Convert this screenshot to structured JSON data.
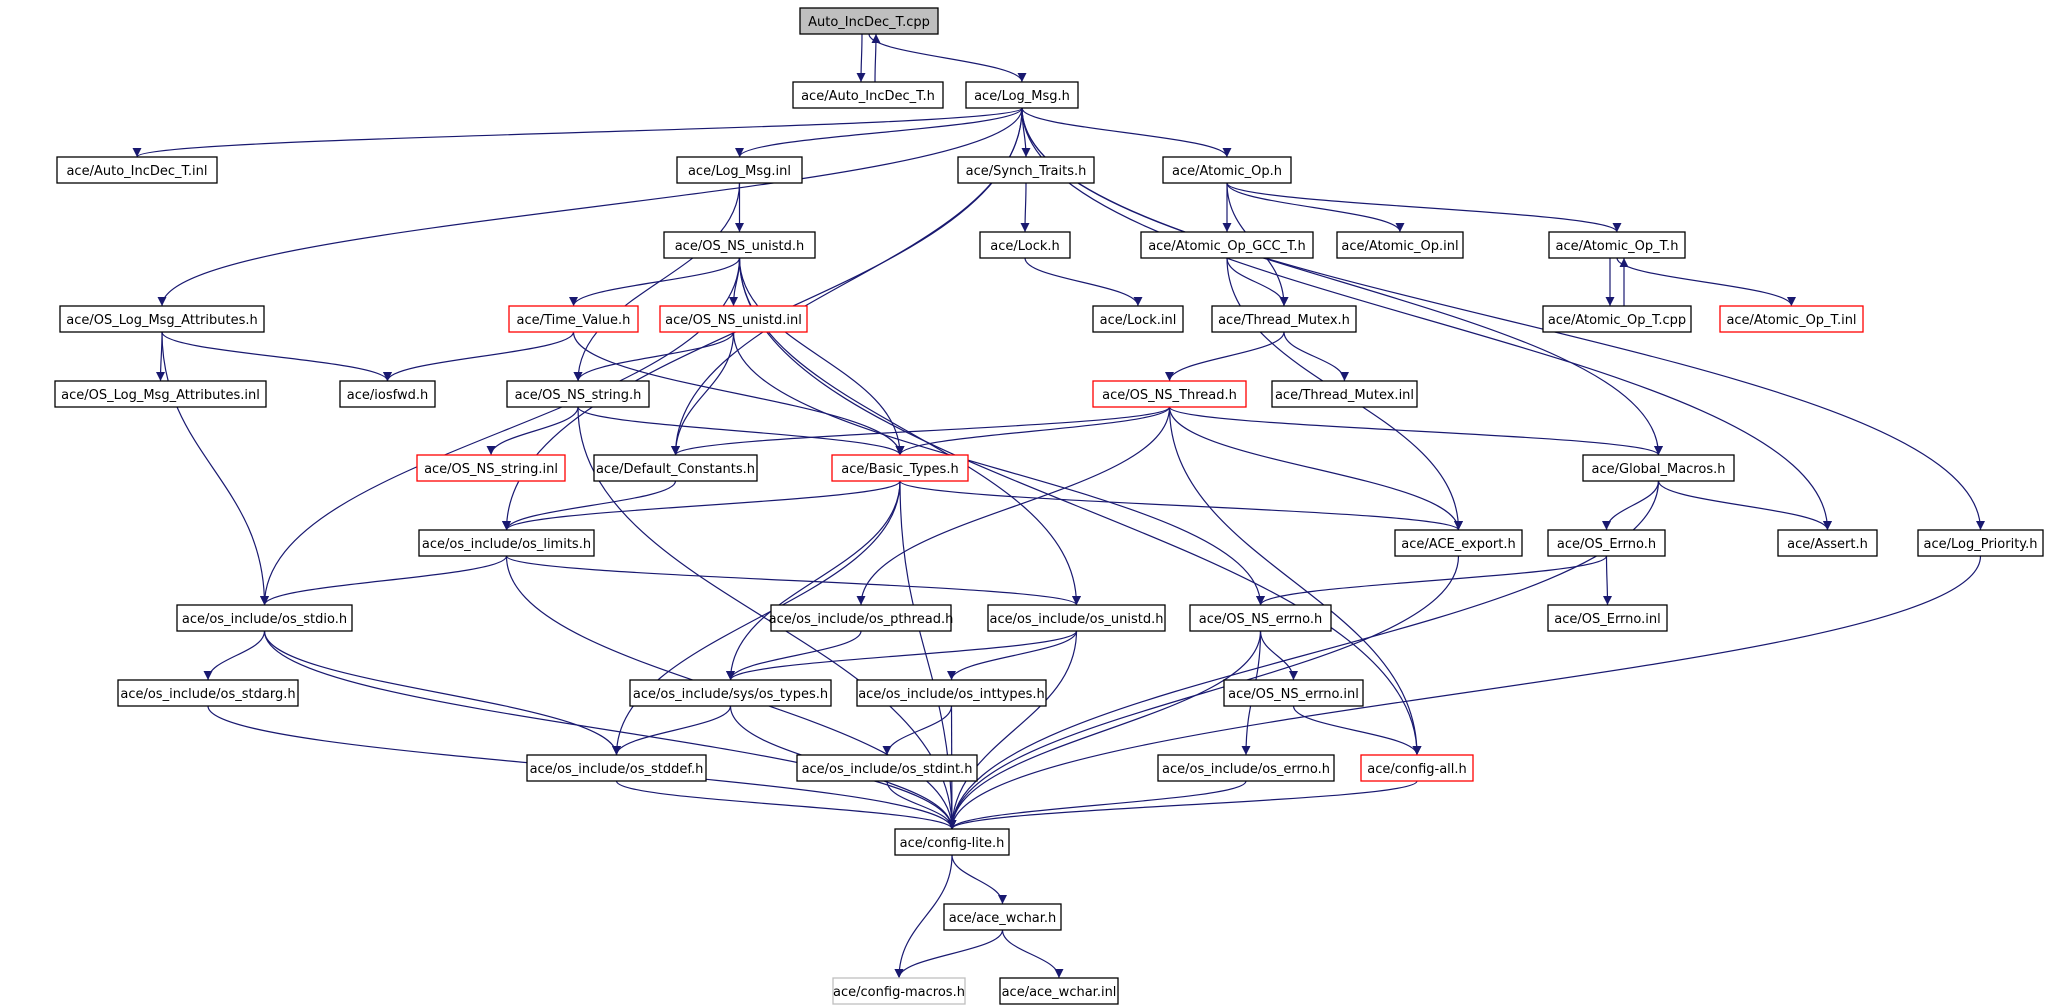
{
  "graph": {
    "nodes": [
      {
        "id": "n0",
        "label": "Auto_IncDec_T.cpp",
        "style": "root"
      },
      {
        "id": "n1",
        "label": "ace/Auto_IncDec_T.h",
        "style": "normal"
      },
      {
        "id": "n2",
        "label": "ace/Log_Msg.h",
        "style": "normal"
      },
      {
        "id": "n3",
        "label": "ace/Auto_IncDec_T.inl",
        "style": "normal"
      },
      {
        "id": "n4",
        "label": "ace/Log_Msg.inl",
        "style": "normal"
      },
      {
        "id": "n5",
        "label": "ace/Synch_Traits.h",
        "style": "normal"
      },
      {
        "id": "n6",
        "label": "ace/Atomic_Op.h",
        "style": "normal"
      },
      {
        "id": "n7",
        "label": "ace/OS_NS_unistd.h",
        "style": "normal"
      },
      {
        "id": "n8",
        "label": "ace/Lock.h",
        "style": "normal"
      },
      {
        "id": "n9",
        "label": "ace/Atomic_Op_GCC_T.h",
        "style": "normal"
      },
      {
        "id": "n10",
        "label": "ace/Atomic_Op.inl",
        "style": "normal"
      },
      {
        "id": "n11",
        "label": "ace/Atomic_Op_T.h",
        "style": "normal"
      },
      {
        "id": "n12",
        "label": "ace/OS_Log_Msg_Attributes.h",
        "style": "normal"
      },
      {
        "id": "n13",
        "label": "ace/Time_Value.h",
        "style": "red"
      },
      {
        "id": "n14",
        "label": "ace/OS_NS_unistd.inl",
        "style": "red"
      },
      {
        "id": "n15",
        "label": "ace/Lock.inl",
        "style": "normal"
      },
      {
        "id": "n16",
        "label": "ace/Thread_Mutex.h",
        "style": "normal"
      },
      {
        "id": "n17",
        "label": "ace/Atomic_Op_T.cpp",
        "style": "normal"
      },
      {
        "id": "n18",
        "label": "ace/Atomic_Op_T.inl",
        "style": "red"
      },
      {
        "id": "n19",
        "label": "ace/OS_Log_Msg_Attributes.inl",
        "style": "normal"
      },
      {
        "id": "n20",
        "label": "ace/iosfwd.h",
        "style": "normal"
      },
      {
        "id": "n21",
        "label": "ace/OS_NS_string.h",
        "style": "normal"
      },
      {
        "id": "n22",
        "label": "ace/OS_NS_Thread.h",
        "style": "red"
      },
      {
        "id": "n23",
        "label": "ace/Thread_Mutex.inl",
        "style": "normal"
      },
      {
        "id": "n24",
        "label": "ace/OS_NS_string.inl",
        "style": "red"
      },
      {
        "id": "n25",
        "label": "ace/Default_Constants.h",
        "style": "normal"
      },
      {
        "id": "n26",
        "label": "ace/Basic_Types.h",
        "style": "red"
      },
      {
        "id": "n27",
        "label": "ace/Global_Macros.h",
        "style": "normal"
      },
      {
        "id": "n28",
        "label": "ace/os_include/os_limits.h",
        "style": "normal"
      },
      {
        "id": "n29",
        "label": "ace/ACE_export.h",
        "style": "normal"
      },
      {
        "id": "n30",
        "label": "ace/OS_Errno.h",
        "style": "normal"
      },
      {
        "id": "n31",
        "label": "ace/Assert.h",
        "style": "normal"
      },
      {
        "id": "n32",
        "label": "ace/Log_Priority.h",
        "style": "normal"
      },
      {
        "id": "n33",
        "label": "ace/os_include/os_stdio.h",
        "style": "normal"
      },
      {
        "id": "n34",
        "label": "ace/os_include/os_pthread.h",
        "style": "normal"
      },
      {
        "id": "n35",
        "label": "ace/os_include/os_unistd.h",
        "style": "normal"
      },
      {
        "id": "n36",
        "label": "ace/OS_NS_errno.h",
        "style": "normal"
      },
      {
        "id": "n37",
        "label": "ace/OS_Errno.inl",
        "style": "normal"
      },
      {
        "id": "n38",
        "label": "ace/os_include/os_stdarg.h",
        "style": "normal"
      },
      {
        "id": "n39",
        "label": "ace/os_include/sys/os_types.h",
        "style": "normal"
      },
      {
        "id": "n40",
        "label": "ace/os_include/os_inttypes.h",
        "style": "normal"
      },
      {
        "id": "n41",
        "label": "ace/OS_NS_errno.inl",
        "style": "normal"
      },
      {
        "id": "n42",
        "label": "ace/os_include/os_stddef.h",
        "style": "normal"
      },
      {
        "id": "n43",
        "label": "ace/os_include/os_stdint.h",
        "style": "normal"
      },
      {
        "id": "n44",
        "label": "ace/os_include/os_errno.h",
        "style": "normal"
      },
      {
        "id": "n45",
        "label": "ace/config-all.h",
        "style": "red"
      },
      {
        "id": "n46",
        "label": "ace/config-lite.h",
        "style": "normal"
      },
      {
        "id": "n47",
        "label": "ace/ace_wchar.h",
        "style": "normal"
      },
      {
        "id": "n48",
        "label": "ace/config-macros.h",
        "style": "gray"
      },
      {
        "id": "n49",
        "label": "ace/ace_wchar.inl",
        "style": "normal"
      }
    ],
    "edges": [
      [
        "n0",
        "n1"
      ],
      [
        "n1",
        "n0"
      ],
      [
        "n0",
        "n2"
      ],
      [
        "n2",
        "n3"
      ],
      [
        "n2",
        "n12"
      ],
      [
        "n2",
        "n25"
      ],
      [
        "n2",
        "n28"
      ],
      [
        "n2",
        "n4"
      ],
      [
        "n2",
        "n5"
      ],
      [
        "n2",
        "n6"
      ],
      [
        "n2",
        "n27"
      ],
      [
        "n2",
        "n31"
      ],
      [
        "n2",
        "n32"
      ],
      [
        "n4",
        "n7"
      ],
      [
        "n4",
        "n21"
      ],
      [
        "n5",
        "n8"
      ],
      [
        "n8",
        "n15"
      ],
      [
        "n6",
        "n9"
      ],
      [
        "n6",
        "n10"
      ],
      [
        "n6",
        "n11"
      ],
      [
        "n6",
        "n16"
      ],
      [
        "n9",
        "n16"
      ],
      [
        "n9",
        "n29"
      ],
      [
        "n11",
        "n17"
      ],
      [
        "n17",
        "n11"
      ],
      [
        "n11",
        "n18"
      ],
      [
        "n16",
        "n22"
      ],
      [
        "n16",
        "n23"
      ],
      [
        "n22",
        "n25"
      ],
      [
        "n22",
        "n26"
      ],
      [
        "n22",
        "n27"
      ],
      [
        "n22",
        "n29"
      ],
      [
        "n22",
        "n34"
      ],
      [
        "n22",
        "n45"
      ],
      [
        "n7",
        "n13"
      ],
      [
        "n7",
        "n14"
      ],
      [
        "n7",
        "n26"
      ],
      [
        "n7",
        "n33"
      ],
      [
        "n7",
        "n35"
      ],
      [
        "n7",
        "n45"
      ],
      [
        "n13",
        "n20"
      ],
      [
        "n13",
        "n26"
      ],
      [
        "n14",
        "n21"
      ],
      [
        "n14",
        "n25"
      ],
      [
        "n14",
        "n36"
      ],
      [
        "n12",
        "n19"
      ],
      [
        "n12",
        "n20"
      ],
      [
        "n12",
        "n33"
      ],
      [
        "n21",
        "n24"
      ],
      [
        "n21",
        "n26"
      ],
      [
        "n21",
        "n46"
      ],
      [
        "n25",
        "n28"
      ],
      [
        "n26",
        "n28"
      ],
      [
        "n26",
        "n29"
      ],
      [
        "n26",
        "n39"
      ],
      [
        "n26",
        "n42"
      ],
      [
        "n26",
        "n46"
      ],
      [
        "n27",
        "n30"
      ],
      [
        "n27",
        "n31"
      ],
      [
        "n27",
        "n46"
      ],
      [
        "n28",
        "n33"
      ],
      [
        "n28",
        "n35"
      ],
      [
        "n28",
        "n46"
      ],
      [
        "n29",
        "n46"
      ],
      [
        "n30",
        "n36"
      ],
      [
        "n30",
        "n37"
      ],
      [
        "n32",
        "n46"
      ],
      [
        "n33",
        "n38"
      ],
      [
        "n33",
        "n42"
      ],
      [
        "n33",
        "n46"
      ],
      [
        "n34",
        "n39"
      ],
      [
        "n35",
        "n39"
      ],
      [
        "n35",
        "n40"
      ],
      [
        "n35",
        "n46"
      ],
      [
        "n36",
        "n41"
      ],
      [
        "n36",
        "n44"
      ],
      [
        "n36",
        "n46"
      ],
      [
        "n38",
        "n46"
      ],
      [
        "n39",
        "n42"
      ],
      [
        "n39",
        "n46"
      ],
      [
        "n40",
        "n43"
      ],
      [
        "n40",
        "n46"
      ],
      [
        "n41",
        "n45"
      ],
      [
        "n42",
        "n46"
      ],
      [
        "n43",
        "n46"
      ],
      [
        "n44",
        "n46"
      ],
      [
        "n45",
        "n46"
      ],
      [
        "n46",
        "n47"
      ],
      [
        "n46",
        "n48"
      ],
      [
        "n47",
        "n48"
      ],
      [
        "n47",
        "n49"
      ]
    ]
  }
}
